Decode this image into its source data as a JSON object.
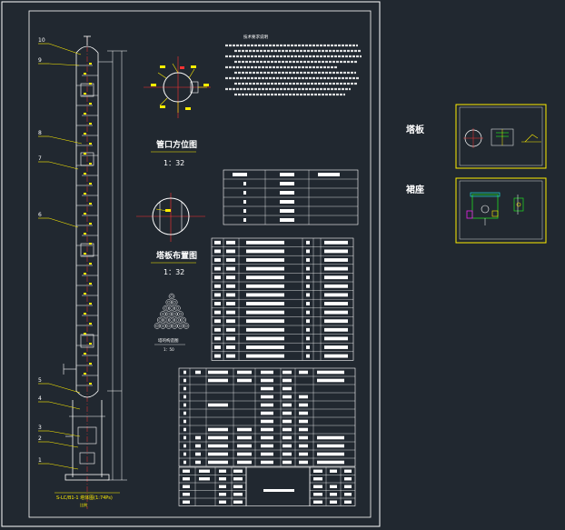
{
  "drawing": {
    "nozzle_orientation_title": "管口方位图",
    "nozzle_orientation_scale": "1：32",
    "tray_layout_title": "塔板布置图",
    "tray_layout_scale": "1：32",
    "packing_label": "塔的构造图",
    "packing_scale": "1：50",
    "notes_heading": "技术要求说明",
    "bottom_caption": "S-LC/B1-1 塔体图(1:74Ps)",
    "bottom_caption_sub": "比例",
    "part_numbers": [
      "10",
      "9",
      "8",
      "7",
      "6",
      "5",
      "4",
      "3",
      "2",
      "1"
    ]
  },
  "side_panels": {
    "top_label": "塔板",
    "bottom_label": "裙座"
  },
  "colors": {
    "background": "#212830",
    "line": "#ffffff",
    "accent_yellow": "#ffee00",
    "accent_red": "#ff2a2a",
    "accent_green": "#22dd22",
    "accent_cyan": "#22dddd",
    "accent_magenta": "#ee22ee"
  }
}
